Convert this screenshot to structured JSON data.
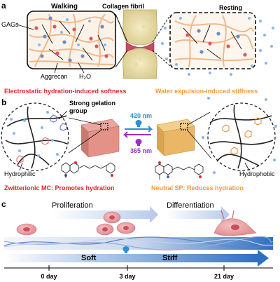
{
  "panel_a": {
    "letter": "a",
    "walking": "Walking",
    "collagen": "Collagen fibril",
    "resting": "Resting",
    "gags": "GAGs",
    "aggrecan": "Aggrecan",
    "water": "H₂O",
    "left_caption": "Electrostatic hydration-induced softness",
    "right_caption": "Water expulsion-induced stiffness",
    "colors": {
      "left_caption": "#e0262b",
      "right_caption": "#f39a3a"
    }
  },
  "panel_b": {
    "letter": "b",
    "gelation_1": "Strong gelation",
    "gelation_2": "group",
    "nm420": "420 nm",
    "nm365": "365 nm",
    "hydrophilic": "Hydrophilic",
    "hydrophobic": "Hydrophobic",
    "left_caption": "Zwitterionic MC: Promotes hydration",
    "right_caption": "Neutral SP: Reduces hydration",
    "colors": {
      "nm420": "#2a8fd6",
      "nm365": "#9b2fc4",
      "left_caption": "#e0262b",
      "right_caption": "#f39a3a"
    }
  },
  "panel_c": {
    "letter": "c",
    "proliferation": "Proliferation",
    "differentiation": "Differentiation",
    "soft": "Soft",
    "stiff": "Stiff",
    "day0": "0 day",
    "day3": "3 day",
    "day21": "21 day"
  }
}
